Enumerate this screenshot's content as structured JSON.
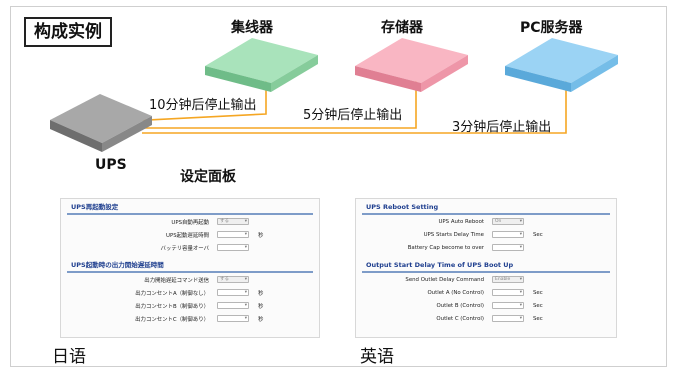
{
  "title": "构成实例",
  "devices": {
    "hub": {
      "label": "集线器",
      "color": "#8fd4a4"
    },
    "storage": {
      "label": "存储器",
      "color": "#f49aac"
    },
    "pc_server": {
      "label": "PC服务器",
      "color": "#7cc2ee"
    },
    "ups": {
      "label": "UPS",
      "color": "#9a9a9a"
    }
  },
  "connections": [
    {
      "target": "hub",
      "label": "10分钟后停止输出"
    },
    {
      "target": "storage",
      "label": "5分钟后停止输出"
    },
    {
      "target": "pc_server",
      "label": "3分钟后停止输出"
    }
  ],
  "line_color": "#f5a623",
  "settings_panel_label": "设定面板",
  "jp_panel": {
    "caption": "日语",
    "sections": [
      {
        "header": "UPS再起動設定",
        "rows": [
          {
            "label": "UPS自動再起動",
            "value": "する",
            "unit": ""
          },
          {
            "label": "UPS起動遅延時間",
            "value": "",
            "unit": "秒"
          },
          {
            "label": "バッテリ容量オーバ",
            "value": "",
            "unit": ""
          }
        ]
      },
      {
        "header": "UPS起動時の出力開始遅延時間",
        "rows": [
          {
            "label": "出力開始遅延コマンド送信",
            "value": "する",
            "unit": ""
          },
          {
            "label": "出力コンセントA（制御なし）",
            "value": "",
            "unit": "秒"
          },
          {
            "label": "出力コンセントB（制御あり）",
            "value": "",
            "unit": "秒"
          },
          {
            "label": "出力コンセントC（制御あり）",
            "value": "",
            "unit": "秒"
          }
        ]
      }
    ]
  },
  "en_panel": {
    "caption": "英语",
    "sections": [
      {
        "header": "UPS Reboot Setting",
        "rows": [
          {
            "label": "UPS Auto Reboot",
            "value": "On",
            "unit": ""
          },
          {
            "label": "UPS Starts Delay Time",
            "value": "",
            "unit": "Sec"
          },
          {
            "label": "Battery Cap become to over",
            "value": "",
            "unit": ""
          }
        ]
      },
      {
        "header": "Output Start Delay Time of UPS Boot Up",
        "rows": [
          {
            "label": "Send Outlet Delay Command",
            "value": "Enable",
            "unit": ""
          },
          {
            "label": "Outlet A (No Control)",
            "value": "",
            "unit": "Sec"
          },
          {
            "label": "Outlet B (Control)",
            "value": "",
            "unit": "Sec"
          },
          {
            "label": "Outlet C (Control)",
            "value": "",
            "unit": "Sec"
          }
        ]
      }
    ]
  }
}
